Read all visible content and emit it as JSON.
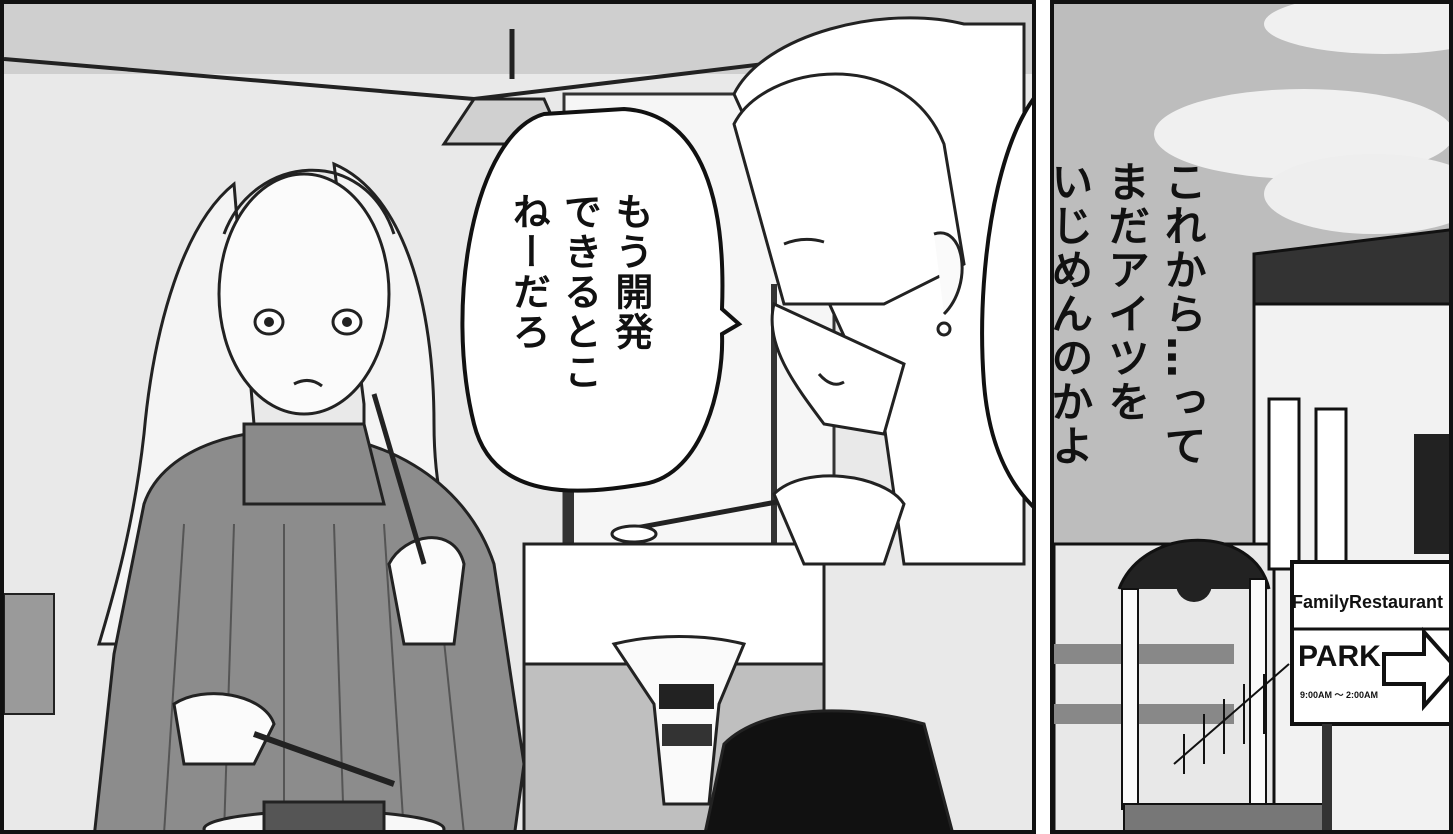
{
  "speech": {
    "left_bubble": {
      "lines": [
        "もう開発",
        "できるとこ",
        "ねーだろ"
      ]
    },
    "right_bubble": {
      "lines": [
        "これから…って",
        "まだアイツを",
        "いじめんのかよ"
      ]
    }
  },
  "sign": {
    "title": "FamilyRestaurant",
    "park": "PARK",
    "hours": "9:00AM ～ 2:00AM",
    "arrow": "arrow-right-icon"
  }
}
